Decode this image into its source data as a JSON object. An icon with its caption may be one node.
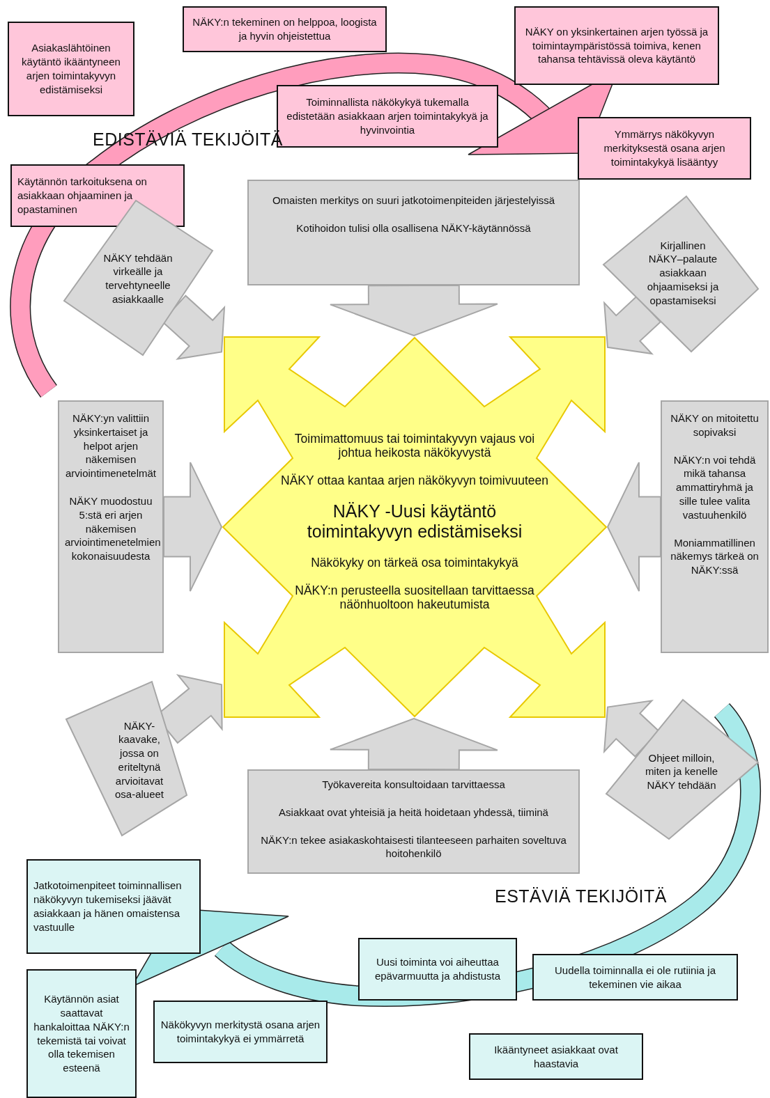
{
  "diagram": {
    "nodes": [
      {
        "text": [
          "Asiakaslähtöinen käytäntö ikääntyneen arjen toimintakyvyn edistämiseksi"
        ]
      },
      {
        "text": [
          "NÄKY:n tekeminen on helppoa, loogista ja hyvin ohjeistettua"
        ]
      },
      {
        "text": [
          "NÄKY on yksinkertainen arjen työssä ja toimintaympäristössä toimiva, kenen tahansa tehtävissä oleva käytäntö"
        ]
      },
      {
        "text": [
          "Toiminnallista näkökykyä tukemalla edistetään asiakkaan arjen toimintakykyä ja hyvinvointia"
        ]
      },
      {
        "text": [
          "Ymmärrys näkökyvyn merkityksestä osana arjen toimintakykyä lisääntyy"
        ]
      },
      {
        "text": [
          "Käytännön tarkoituksena on asiakkaan ohjaaminen ja opastaminen"
        ]
      },
      {
        "text": [
          "Omaisten merkitys on suuri jatkotoimenpiteiden järjestelyissä",
          "Kotihoidon tulisi olla osallisena NÄKY-käytännössä"
        ]
      },
      {
        "text": [
          "NÄKY tehdään virkeälle ja tervehtyneelle asiakkaalle"
        ]
      },
      {
        "text": [
          "Kirjallinen NÄKY–palaute asiakkaan ohjaamiseksi ja opastamiseksi"
        ]
      },
      {
        "text": [
          "NÄKY:yn valittiin yksinkertaiset ja helpot arjen näkemisen arviointimenetelmät",
          "NÄKY muodostuu 5:stä eri arjen näkemisen arviointimenetelmien kokonaisuudesta"
        ]
      },
      {
        "text": [
          "Toimimattomuus tai toimintakyvyn vajaus voi johtua heikosta näkökyvystä",
          "NÄKY ottaa kantaa arjen näkökyvyn toimivuuteen",
          "NÄKY -Uusi käytäntö toimintakyvyn edistämiseksi",
          "Näkökyky on tärkeä osa toimintakykyä",
          "NÄKY:n perusteella suositellaan tarvittaessa näönhuoltoon hakeutumista"
        ]
      },
      {
        "text": [
          "NÄKY on mitoitettu sopivaksi",
          "NÄKY:n voi tehdä mikä tahansa ammattiryhmä ja sille tulee valita vastuuhenkilö",
          "Moniammatillinen näkemys tärkeä on NÄKY:ssä"
        ]
      },
      {
        "text": [
          "NÄKY-kaavake, jossa on eriteltynä arvioitavat osa-alueet"
        ]
      },
      {
        "text": [
          "Ohjeet milloin, miten ja kenelle NÄKY tehdään"
        ]
      },
      {
        "text": [
          "Työkavereita konsultoidaan tarvittaessa",
          "Asiakkaat ovat yhteisiä ja heitä hoidetaan yhdessä, tiiminä",
          "NÄKY:n tekee asiakaskohtaisesti tilanteeseen parhaiten soveltuva hoitohenkilö"
        ]
      },
      {
        "text": [
          "Jatkotoimenpiteet toiminnallisen näkökyvyn tukemiseksi jäävät asiakkaan ja hänen omaistensa vastuulle"
        ]
      },
      {
        "text": [
          "Uusi toiminta voi aiheuttaa epävarmuutta ja ahdistusta"
        ]
      },
      {
        "text": [
          "Uudella toiminnalla ei ole rutiinia ja tekeminen vie aikaa"
        ]
      },
      {
        "text": [
          "Käytännön asiat saattavat hankaloittaa NÄKY:n tekemistä tai voivat olla tekemisen esteenä"
        ]
      },
      {
        "text": [
          "Näkökyvyn merkitystä osana arjen toimintakykyä ei ymmärretä"
        ]
      },
      {
        "text": [
          "Ikääntyneet asiakkaat ovat haastavia"
        ]
      }
    ],
    "edges": [
      {
        "from": 6,
        "to": 10,
        "arrow": "to"
      },
      {
        "from": 7,
        "to": 10,
        "arrow": "to"
      },
      {
        "from": 8,
        "to": 10,
        "arrow": "to"
      },
      {
        "from": 9,
        "to": 10,
        "arrow": "to"
      },
      {
        "from": 11,
        "to": 10,
        "arrow": "to"
      },
      {
        "from": 12,
        "to": 10,
        "arrow": "to"
      },
      {
        "from": 13,
        "to": 10,
        "arrow": "to"
      },
      {
        "from": 14,
        "to": 10,
        "arrow": "to"
      }
    ],
    "labels": [
      "EDISTÄVIÄ TEKIJÖITÄ",
      "ESTÄVIÄ TEKIJÖITÄ"
    ]
  }
}
